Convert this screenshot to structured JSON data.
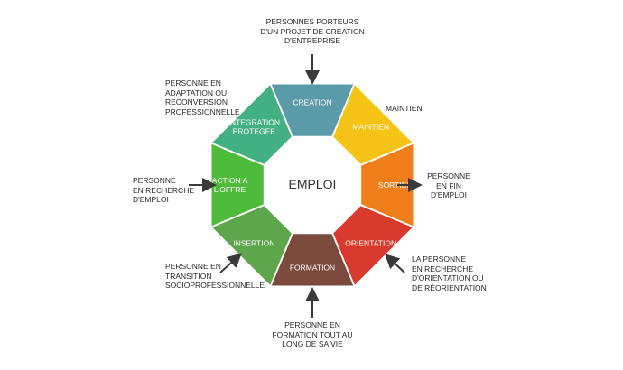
{
  "center": {
    "label": "EMPLOI"
  },
  "segments": [
    {
      "id": "creation",
      "lines": [
        "CREATION"
      ],
      "color": "#5b9aa9"
    },
    {
      "id": "maintien",
      "lines": [
        "MAINTIEN"
      ],
      "color": "#f4c316"
    },
    {
      "id": "sorties",
      "lines": [
        "SORTIES"
      ],
      "color": "#f07e1b"
    },
    {
      "id": "orientation",
      "lines": [
        "ORIENTATION"
      ],
      "color": "#d93a2e"
    },
    {
      "id": "formation",
      "lines": [
        "FORMATION"
      ],
      "color": "#7c4a3d"
    },
    {
      "id": "insertion",
      "lines": [
        "INSERTION"
      ],
      "color": "#5ea64b"
    },
    {
      "id": "action",
      "lines": [
        "ACTION A",
        "L'OFFRE"
      ],
      "color": "#4fbb3a"
    },
    {
      "id": "integration",
      "lines": [
        "INTEGRATION",
        "PROTEGEE"
      ],
      "color": "#43b081"
    }
  ],
  "notes": {
    "top": [
      "PERSONNES PORTEURS",
      "D'UN PROJET DE CRÉATION",
      "D'ENTREPRISE"
    ],
    "top_right": [
      "MAINTIEN"
    ],
    "right": [
      "PERSONNE",
      "EN FIN",
      "D'EMPLOI"
    ],
    "bottom_right": [
      "LA PERSONNE",
      "EN RECHERCHE",
      "D'ORIENTATION OU",
      "DE RÉORIENTATION"
    ],
    "bottom": [
      "PERSONNE EN",
      "FORMATION TOUT AU",
      "LONG DE SA VIE"
    ],
    "bottom_left": [
      "PERSONNE EN",
      "TRANSITION",
      "SOCIOPROFESSIONNELLE"
    ],
    "left": [
      "PERSONNE",
      "EN RECHERCHE",
      "D'EMPLOI"
    ],
    "top_left": [
      "PERSONNE EN",
      "ADAPTATION OU",
      "RECONVERSION",
      "PROFESSIONNELLE"
    ]
  },
  "colors": {
    "arrow": "#3a3a3a",
    "text": "#2b2b2b"
  }
}
